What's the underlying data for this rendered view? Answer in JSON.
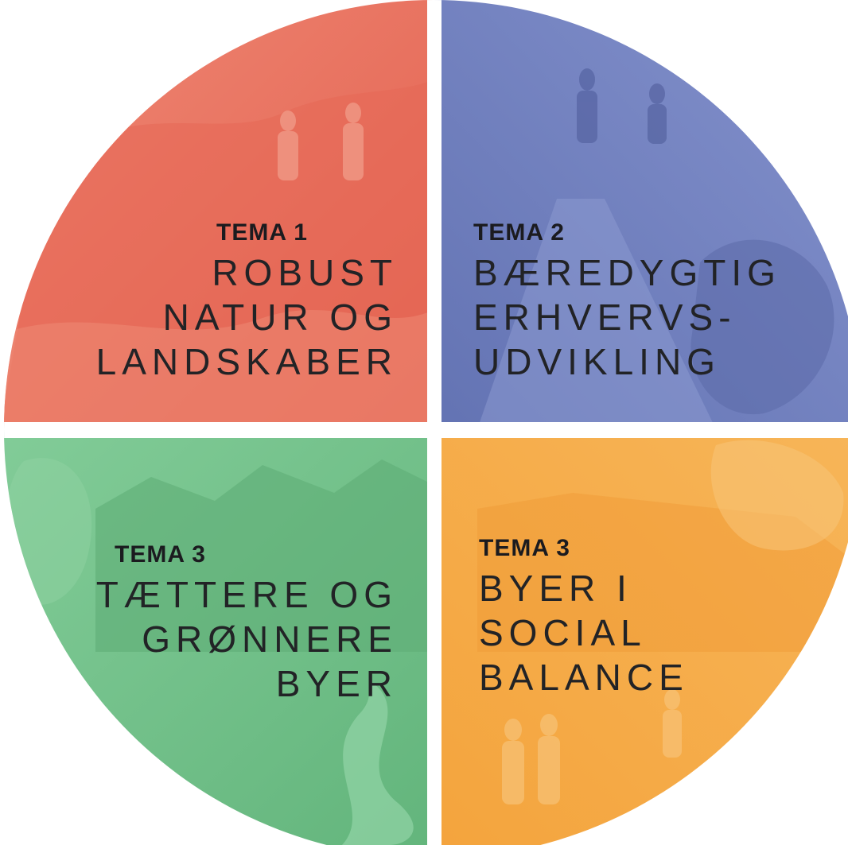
{
  "diagram": {
    "colors": {
      "quadrant_1": "#e8715f",
      "quadrant_2": "#6f7fbe",
      "quadrant_3": "#72c189",
      "quadrant_4": "#f6ad4a",
      "divider": "#ffffff",
      "text": "#222326"
    },
    "quadrants": [
      {
        "position": "top-left",
        "kicker": "TEMA 1",
        "lines": [
          "ROBUST",
          "NATUR OG",
          "LANDSKABER"
        ]
      },
      {
        "position": "top-right",
        "kicker": "TEMA 2",
        "lines": [
          "BÆREDYGTIG",
          "ERHVERVS-",
          "UDVIKLING"
        ]
      },
      {
        "position": "bottom-left",
        "kicker": "TEMA 3",
        "lines": [
          "TÆTTERE OG",
          "GRØNNERE",
          "BYER"
        ]
      },
      {
        "position": "bottom-right",
        "kicker": "TEMA 3",
        "lines": [
          "BYER I",
          "SOCIAL",
          "BALANCE"
        ]
      }
    ]
  }
}
